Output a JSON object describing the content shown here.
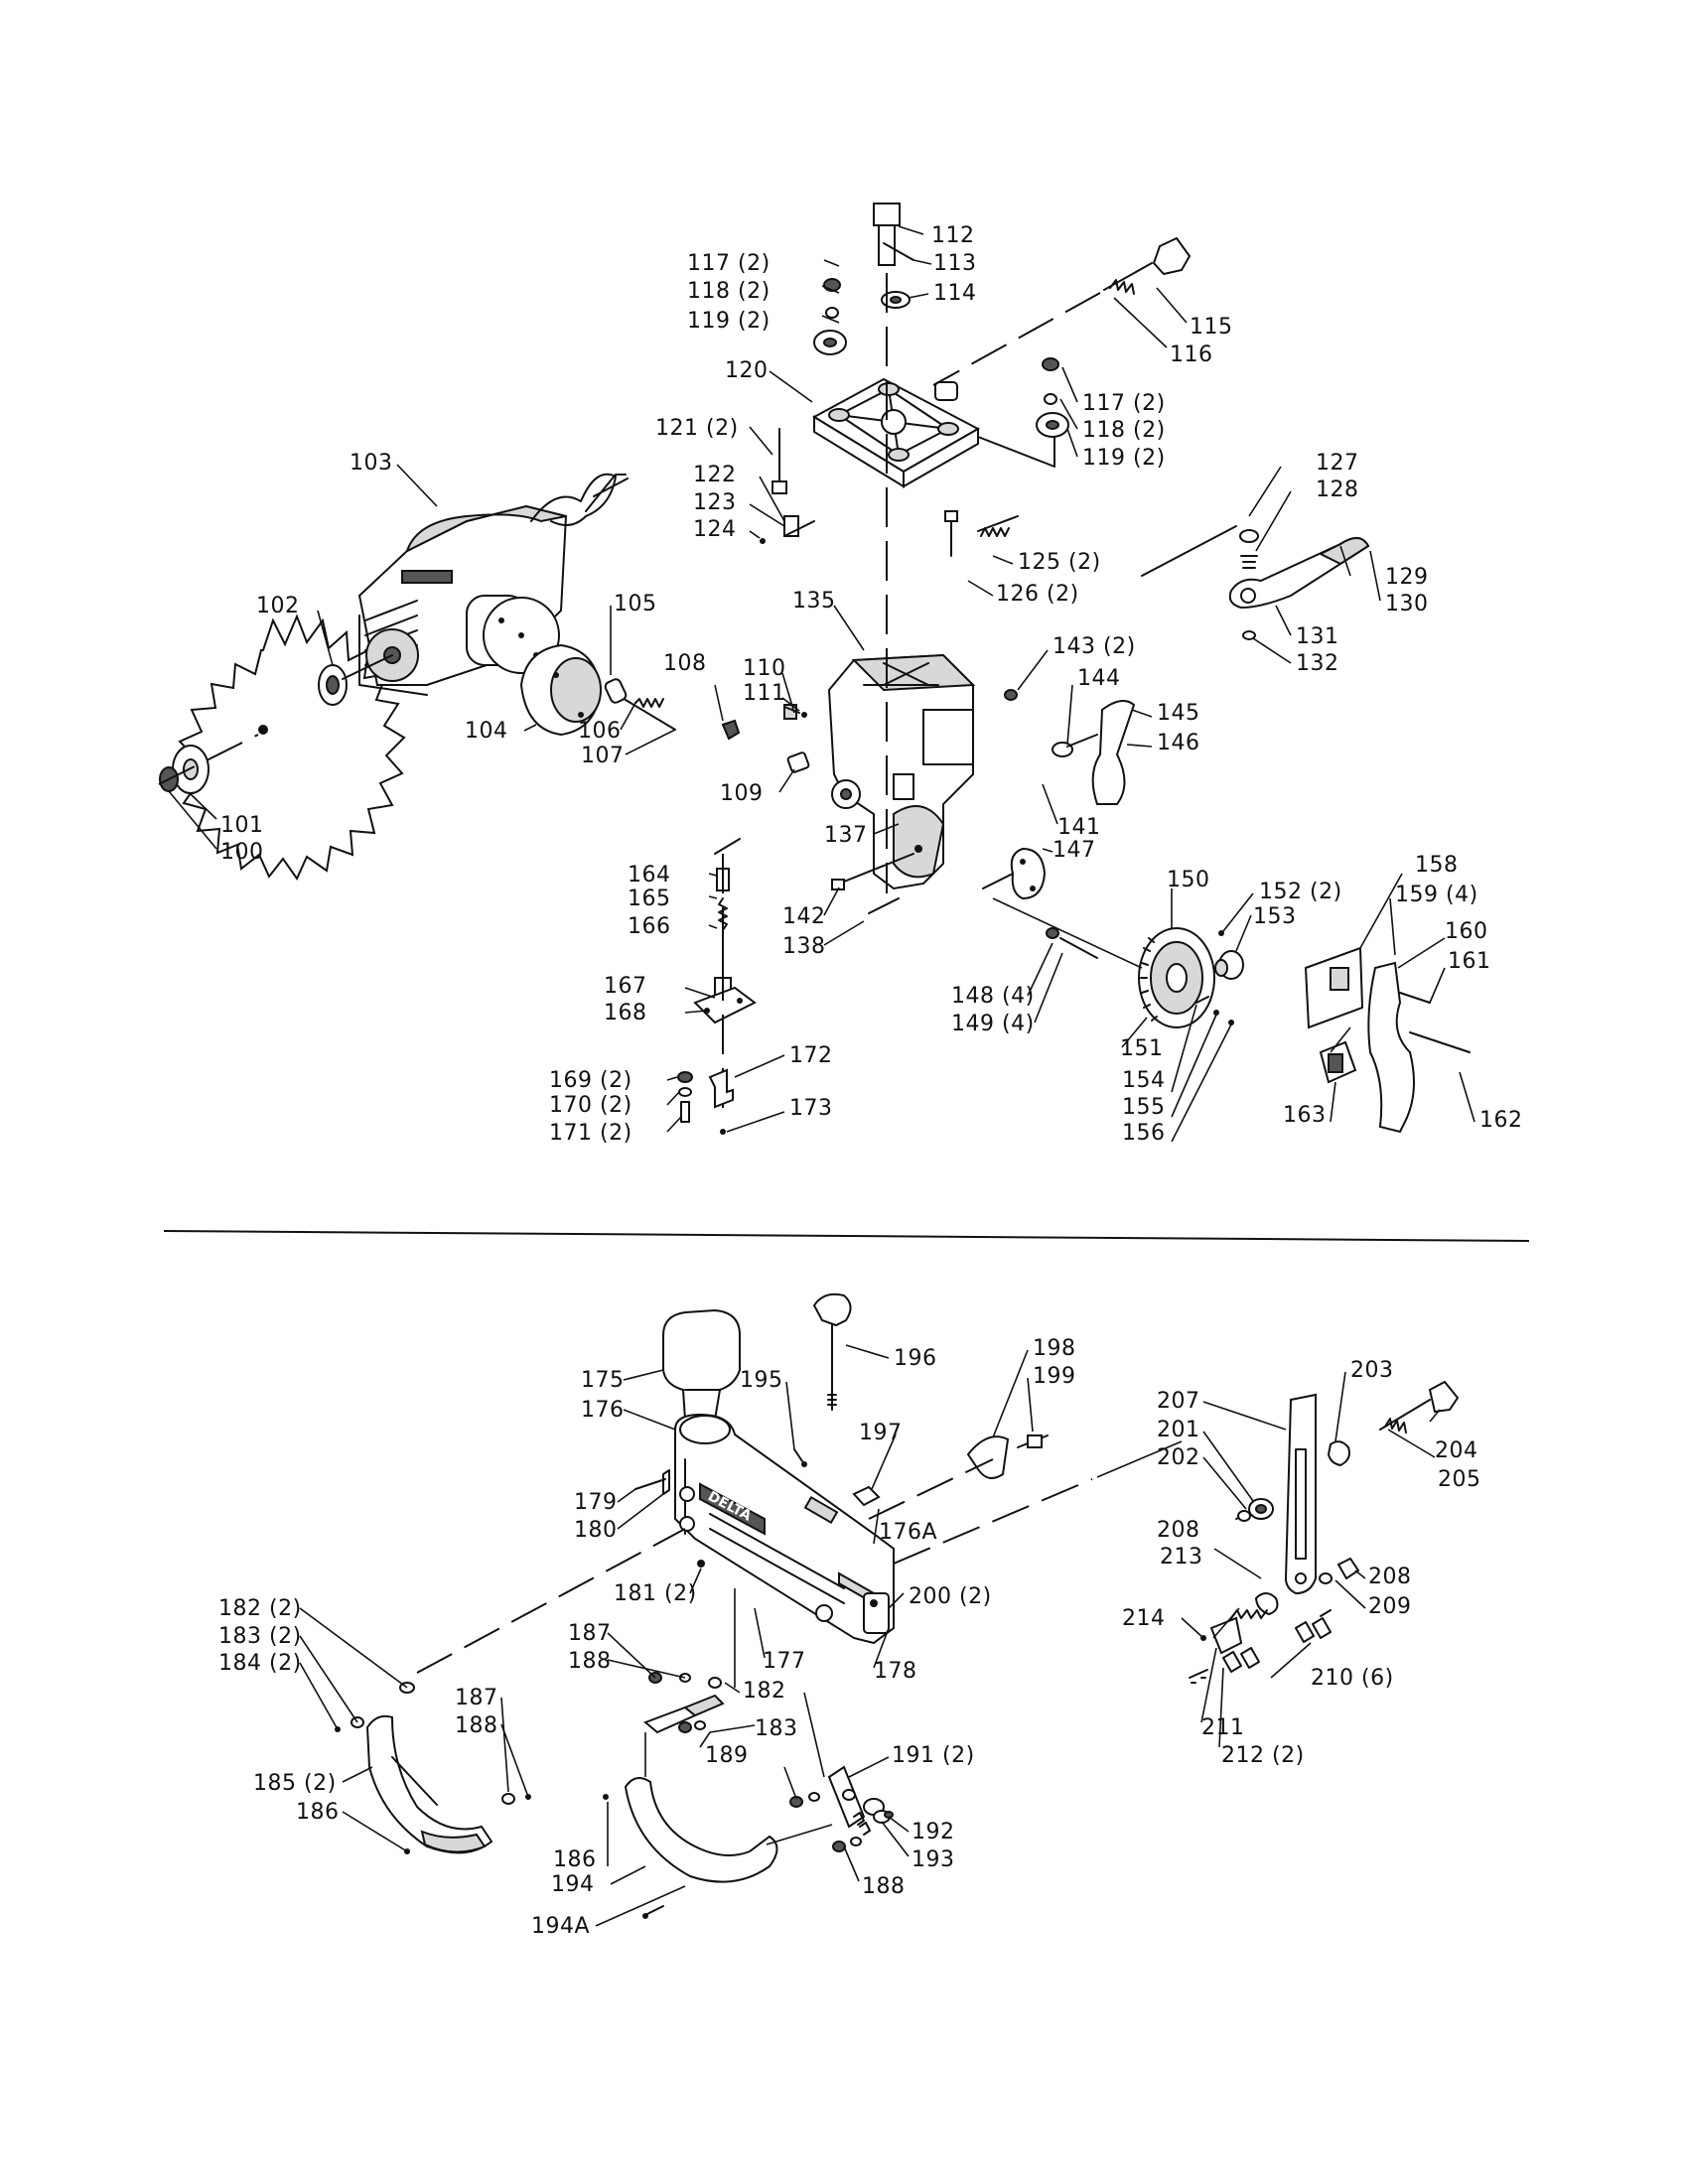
{
  "brand_decal": "DELTA",
  "upper_assembly": {
    "labels": [
      {
        "id": "112",
        "text": "112"
      },
      {
        "id": "113",
        "text": "113"
      },
      {
        "id": "114",
        "text": "114"
      },
      {
        "id": "115",
        "text": "115"
      },
      {
        "id": "116",
        "text": "116"
      },
      {
        "id": "117a",
        "text": "117 (2)"
      },
      {
        "id": "118a",
        "text": "118 (2)"
      },
      {
        "id": "119a",
        "text": "119 (2)"
      },
      {
        "id": "120",
        "text": "120"
      },
      {
        "id": "117b",
        "text": "117 (2)"
      },
      {
        "id": "118b",
        "text": "118 (2)"
      },
      {
        "id": "119b",
        "text": "119 (2)"
      },
      {
        "id": "121",
        "text": "121 (2)"
      },
      {
        "id": "122",
        "text": "122"
      },
      {
        "id": "123",
        "text": "123"
      },
      {
        "id": "124",
        "text": "124"
      },
      {
        "id": "103",
        "text": "103"
      },
      {
        "id": "125",
        "text": "125 (2)"
      },
      {
        "id": "126",
        "text": "126 (2)"
      },
      {
        "id": "127",
        "text": "127"
      },
      {
        "id": "128",
        "text": "128"
      },
      {
        "id": "129",
        "text": "129"
      },
      {
        "id": "130",
        "text": "130"
      },
      {
        "id": "131",
        "text": "131"
      },
      {
        "id": "132",
        "text": "132"
      },
      {
        "id": "102",
        "text": "102"
      },
      {
        "id": "105",
        "text": "105"
      },
      {
        "id": "135",
        "text": "135"
      },
      {
        "id": "143",
        "text": "143 (2)"
      },
      {
        "id": "144",
        "text": "144"
      },
      {
        "id": "145",
        "text": "145"
      },
      {
        "id": "146",
        "text": "146"
      },
      {
        "id": "108",
        "text": "108"
      },
      {
        "id": "110",
        "text": "110"
      },
      {
        "id": "111",
        "text": "111"
      },
      {
        "id": "104",
        "text": "104"
      },
      {
        "id": "106",
        "text": "106"
      },
      {
        "id": "107",
        "text": "107"
      },
      {
        "id": "109",
        "text": "109"
      },
      {
        "id": "137",
        "text": "137"
      },
      {
        "id": "141",
        "text": "141"
      },
      {
        "id": "101",
        "text": "101"
      },
      {
        "id": "100",
        "text": "100"
      },
      {
        "id": "147",
        "text": "147"
      },
      {
        "id": "164",
        "text": "164"
      },
      {
        "id": "165",
        "text": "165"
      },
      {
        "id": "166",
        "text": "166"
      },
      {
        "id": "142",
        "text": "142"
      },
      {
        "id": "138",
        "text": "138"
      },
      {
        "id": "150",
        "text": "150"
      },
      {
        "id": "152",
        "text": "152 (2)"
      },
      {
        "id": "153",
        "text": "153"
      },
      {
        "id": "158",
        "text": "158"
      },
      {
        "id": "159",
        "text": "159 (4)"
      },
      {
        "id": "160",
        "text": "160"
      },
      {
        "id": "161",
        "text": "161"
      },
      {
        "id": "167",
        "text": "167"
      },
      {
        "id": "168",
        "text": "168"
      },
      {
        "id": "148",
        "text": "148 (4)"
      },
      {
        "id": "149",
        "text": "149 (4)"
      },
      {
        "id": "151",
        "text": "151"
      },
      {
        "id": "172",
        "text": "172"
      },
      {
        "id": "169",
        "text": "169 (2)"
      },
      {
        "id": "170",
        "text": "170 (2)"
      },
      {
        "id": "171",
        "text": "171 (2)"
      },
      {
        "id": "173",
        "text": "173"
      },
      {
        "id": "154",
        "text": "154"
      },
      {
        "id": "155",
        "text": "155"
      },
      {
        "id": "156",
        "text": "156"
      },
      {
        "id": "163",
        "text": "163"
      },
      {
        "id": "162",
        "text": "162"
      }
    ]
  },
  "lower_assembly": {
    "labels": [
      {
        "id": "175",
        "text": "175"
      },
      {
        "id": "176",
        "text": "176"
      },
      {
        "id": "195",
        "text": "195"
      },
      {
        "id": "196",
        "text": "196"
      },
      {
        "id": "198",
        "text": "198"
      },
      {
        "id": "199",
        "text": "199"
      },
      {
        "id": "197",
        "text": "197"
      },
      {
        "id": "203",
        "text": "203"
      },
      {
        "id": "207",
        "text": "207"
      },
      {
        "id": "201",
        "text": "201"
      },
      {
        "id": "202",
        "text": "202"
      },
      {
        "id": "204",
        "text": "204"
      },
      {
        "id": "205",
        "text": "205"
      },
      {
        "id": "179",
        "text": "179"
      },
      {
        "id": "180",
        "text": "180"
      },
      {
        "id": "176A",
        "text": "176A"
      },
      {
        "id": "208a",
        "text": "208"
      },
      {
        "id": "208b",
        "text": "208"
      },
      {
        "id": "213",
        "text": "213"
      },
      {
        "id": "209",
        "text": "209"
      },
      {
        "id": "200",
        "text": "200 (2)"
      },
      {
        "id": "181",
        "text": "181 (2)"
      },
      {
        "id": "182a",
        "text": "182 (2)"
      },
      {
        "id": "183a",
        "text": "183 (2)"
      },
      {
        "id": "184",
        "text": "184 (2)"
      },
      {
        "id": "214",
        "text": "214"
      },
      {
        "id": "177",
        "text": "177"
      },
      {
        "id": "178",
        "text": "178"
      },
      {
        "id": "187a",
        "text": "187"
      },
      {
        "id": "188a",
        "text": "188"
      },
      {
        "id": "182b",
        "text": "182"
      },
      {
        "id": "210",
        "text": "210 (6)"
      },
      {
        "id": "187b",
        "text": "187"
      },
      {
        "id": "188b",
        "text": "188"
      },
      {
        "id": "183b",
        "text": "183"
      },
      {
        "id": "211",
        "text": "211"
      },
      {
        "id": "212",
        "text": "212 (2)"
      },
      {
        "id": "189",
        "text": "189"
      },
      {
        "id": "191",
        "text": "191 (2)"
      },
      {
        "id": "185",
        "text": "185 (2)"
      },
      {
        "id": "186a",
        "text": "186"
      },
      {
        "id": "192",
        "text": "192"
      },
      {
        "id": "186b",
        "text": "186"
      },
      {
        "id": "193",
        "text": "193"
      },
      {
        "id": "194",
        "text": "194"
      },
      {
        "id": "188c",
        "text": "188"
      },
      {
        "id": "194A",
        "text": "194A"
      }
    ]
  }
}
